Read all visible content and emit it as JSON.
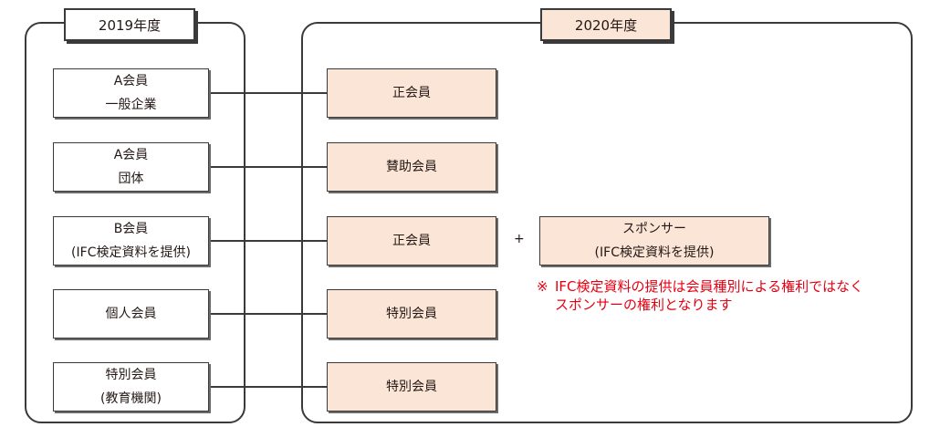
{
  "year_2019": {
    "title": "2019年度",
    "members": [
      {
        "line1": "A会員",
        "line2": "一般企業"
      },
      {
        "line1": "A会員",
        "line2": "団体"
      },
      {
        "line1": "B会員",
        "line2": "(IFC検定資料を提供)"
      },
      {
        "line1": "個人会員",
        "line2": ""
      },
      {
        "line1": "特別会員",
        "line2": "(教育機関)"
      }
    ]
  },
  "year_2020": {
    "title": "2020年度",
    "members": [
      {
        "label": "正会員"
      },
      {
        "label": "賛助会員"
      },
      {
        "label": "正会員"
      },
      {
        "label": "特別会員"
      },
      {
        "label": "特別会員"
      }
    ],
    "plus": "+",
    "sponsor": {
      "line1": "スポンサー",
      "line2": "(IFC検定資料を提供)"
    }
  },
  "note": {
    "mark": "※",
    "line1": "IFC検定資料の提供は会員種別による権利ではなく",
    "line2": "スポンサーの権利となります"
  },
  "colors": {
    "new_box_fill": "#fbe5d6",
    "note_text": "#e60012",
    "border": "#3a3a3a"
  }
}
